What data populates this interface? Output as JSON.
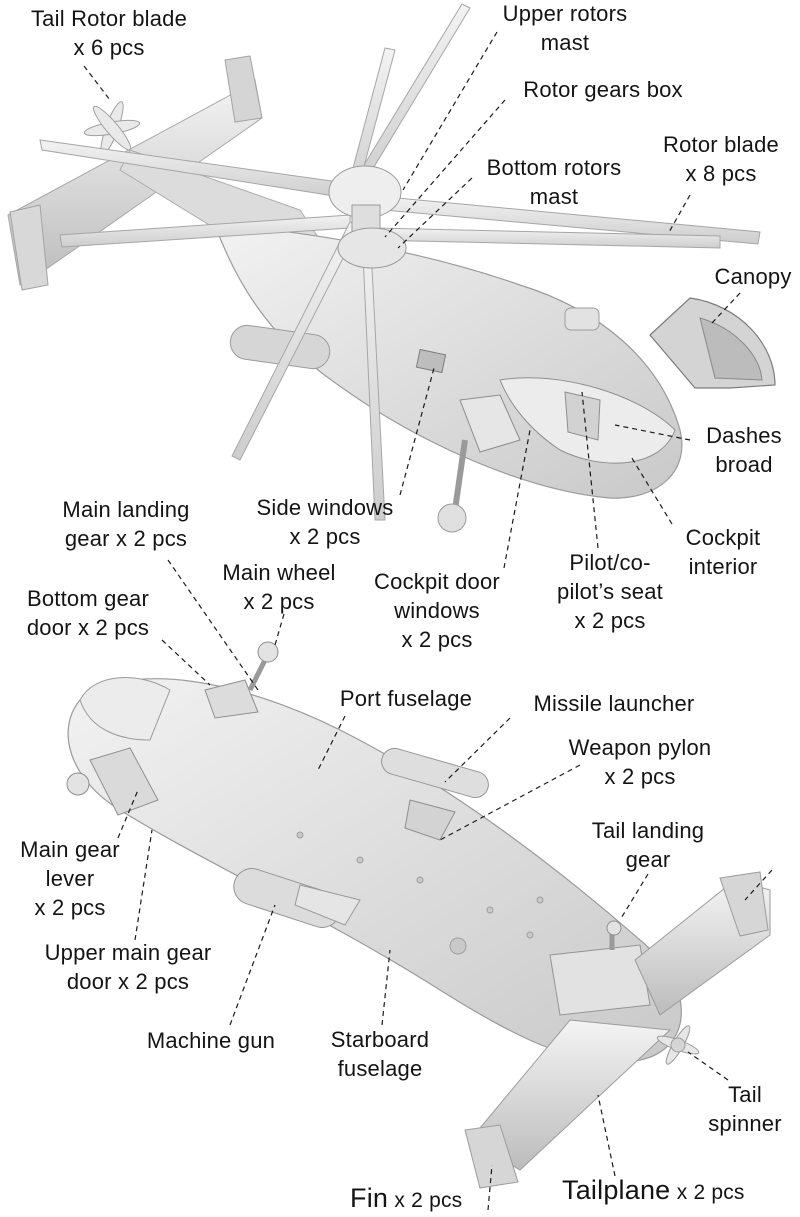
{
  "callouts": {
    "tail_rotor_blade": [
      "Tail Rotor blade",
      "x 6 pcs"
    ],
    "upper_rotors_mast": [
      "Upper rotors",
      "mast"
    ],
    "rotor_gears_box": [
      "Rotor gears box"
    ],
    "bottom_rotors_mast": [
      "Bottom rotors",
      "mast"
    ],
    "rotor_blade": [
      "Rotor blade",
      "x 8 pcs"
    ],
    "canopy": [
      "Canopy"
    ],
    "dashes_broad": [
      "Dashes",
      "broad"
    ],
    "cockpit_interior": [
      "Cockpit",
      "interior"
    ],
    "side_windows": [
      "Side windows",
      "x 2 pcs"
    ],
    "pilot_seat": [
      "Pilot/co-",
      "pilot’s seat",
      "x 2 pcs"
    ],
    "cockpit_door_windows": [
      "Cockpit door",
      "windows",
      "x 2 pcs"
    ],
    "main_landing_gear": [
      "Main landing",
      "gear x 2 pcs"
    ],
    "main_wheel": [
      "Main wheel",
      "x 2 pcs"
    ],
    "bottom_gear_door": [
      "Bottom gear",
      "door x 2 pcs"
    ],
    "port_fuselage": [
      "Port fuselage"
    ],
    "missile_launcher": [
      "Missile launcher"
    ],
    "weapon_pylon": [
      "Weapon pylon",
      "x 2 pcs"
    ],
    "tail_landing_gear": [
      "Tail landing",
      "gear"
    ],
    "main_gear_lever": [
      "Main gear",
      "lever",
      "x 2 pcs"
    ],
    "upper_main_gear_door": [
      "Upper main gear",
      "door x 2 pcs"
    ],
    "machine_gun": [
      "Machine gun"
    ],
    "starboard_fuselage": [
      "Starboard",
      "fuselage"
    ],
    "tail_spinner": [
      "Tail",
      "spinner"
    ],
    "fin": {
      "name": "Fin",
      "qty": "x 2 pcs"
    },
    "tailplane": {
      "name": "Tailplane",
      "qty": "x 2 pcs"
    }
  },
  "colors": {
    "model": "#e4e4e4",
    "model_shadow": "#b8b8b8",
    "model_edge": "#9a9a9a",
    "leader": "#1a1a1a",
    "canopy": "#cfcfcf"
  }
}
